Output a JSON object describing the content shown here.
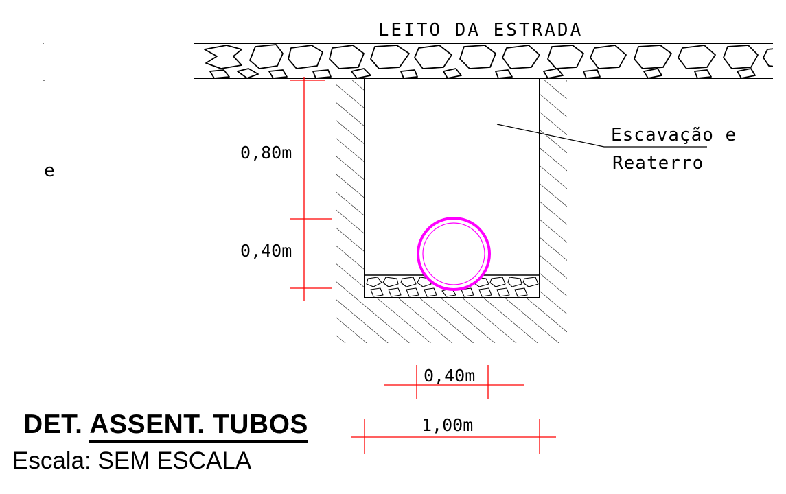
{
  "labels": {
    "road_bed": "LEITO DA ESTRADA",
    "excavation_line1": "Escavação e",
    "excavation_line2": "Reaterro",
    "side_letter": "e",
    "depth_cover": "0,80m",
    "depth_pipe": "0,40m",
    "width_pipe": "0,40m",
    "width_trench": "1,00m"
  },
  "title": {
    "prefix": "DET.",
    "main": "ASSENT. TUBOS"
  },
  "scale": {
    "text": "Escala: SEM ESCALA"
  },
  "colors": {
    "line": "#000000",
    "dimension": "#ff0000",
    "pipe": "#ff00ff"
  }
}
